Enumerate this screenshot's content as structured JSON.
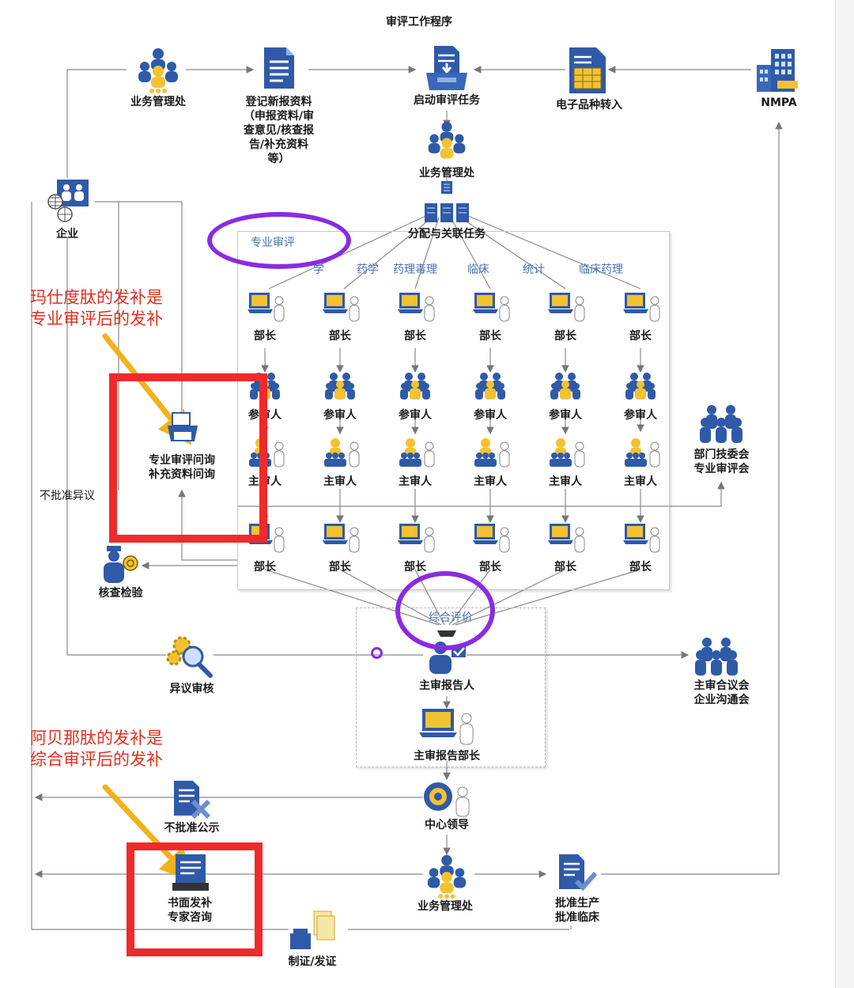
{
  "title": "审评工作程序",
  "nodes": {
    "biz_top": "业务管理处",
    "register": "登记新报资料（申报资料/审查意见/核查报告/补充资料等）",
    "start_review": "启动审评任务",
    "e_transfer": "电子品种转入",
    "nmpa": "NMPA",
    "biz_mid": "业务管理处",
    "assign": "分配与关联任务",
    "enterprise": "企业",
    "consult": "专业审评问询\n补充资料问询",
    "no_approve_objection": "不批准异议",
    "inspection": "核查检验",
    "dept_committee": "部门技委会\n专业审评会",
    "objection_review": "异议审核",
    "main_reporter": "主审报告人",
    "main_report_head": "主审报告部长",
    "main_meeting": "主审合议会\n企业沟通会",
    "center_leader": "中心领导",
    "no_approve_notice": "不批准公示",
    "written_supplement": "书面发补\n专家咨询",
    "biz_bottom": "业务管理处",
    "approve": "批准生产\n批准临床",
    "certificate": "制证/发证"
  },
  "professional_review": {
    "label": "专业审评",
    "disciplines": [
      "药学",
      "药理毒理",
      "临床",
      "统计",
      "临床药理"
    ],
    "partial_first": "学"
  },
  "roles": {
    "head": "部长",
    "participant": "参审人",
    "chief": "主审人"
  },
  "comprehensive_review": "综合评价",
  "annotations": {
    "note1": "玛仕度肽的发补是\n专业审评后的发补",
    "note2": "阿贝那肽的发补是\n综合审评后的发补"
  },
  "colors": {
    "annotation_red": "#e0301e",
    "highlight_red": "#ef2a2a",
    "highlight_purple": "#8a2be2",
    "arrow_yellow": "#f2b21a",
    "icon_blue": "#2f5aa8",
    "icon_gold": "#f2c230"
  }
}
